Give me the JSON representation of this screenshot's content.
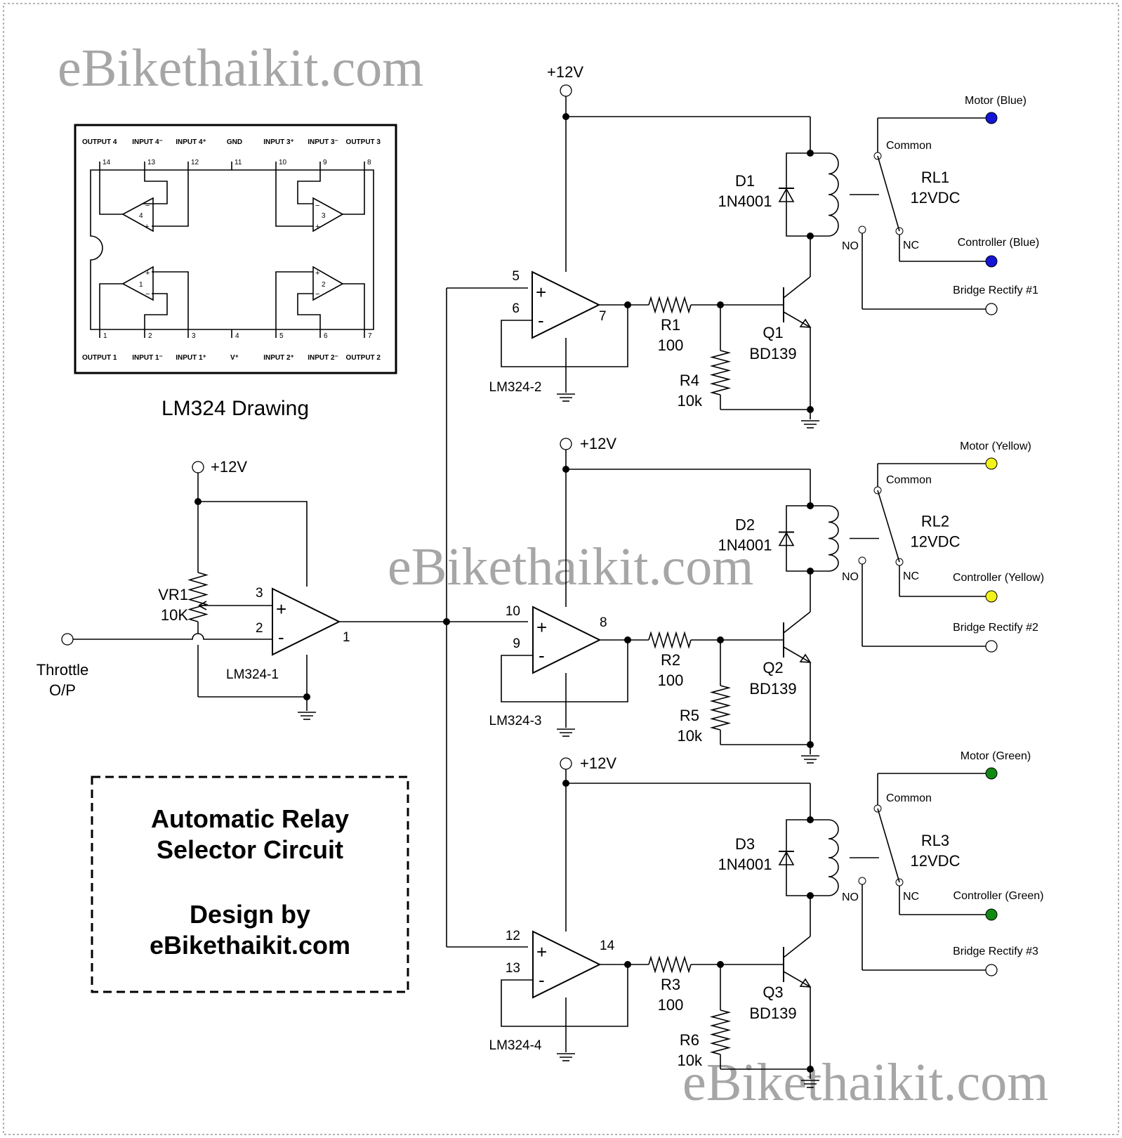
{
  "watermark": "eBikethaikit.com",
  "ic": {
    "caption": "LM324 Drawing",
    "top_pins": [
      {
        "num": "14",
        "name": "OUTPUT 4"
      },
      {
        "num": "13",
        "name": "INPUT 4⁻"
      },
      {
        "num": "12",
        "name": "INPUT 4⁺"
      },
      {
        "num": "11",
        "name": "GND"
      },
      {
        "num": "10",
        "name": "INPUT 3⁺"
      },
      {
        "num": "9",
        "name": "INPUT 3⁻"
      },
      {
        "num": "8",
        "name": "OUTPUT 3"
      }
    ],
    "bottom_pins": [
      {
        "num": "1",
        "name": "OUTPUT 1"
      },
      {
        "num": "2",
        "name": "INPUT 1⁻"
      },
      {
        "num": "3",
        "name": "INPUT 1⁺"
      },
      {
        "num": "4",
        "name": "V⁺"
      },
      {
        "num": "5",
        "name": "INPUT 2⁺"
      },
      {
        "num": "6",
        "name": "INPUT 2⁻"
      },
      {
        "num": "7",
        "name": "OUTPUT 2"
      }
    ],
    "amp_numbers": [
      "4",
      "3",
      "1",
      "2"
    ]
  },
  "input_stage": {
    "supply": "+12V",
    "pot_name": "VR1",
    "pot_value": "10K",
    "throttle_line1": "Throttle",
    "throttle_line2": "O/P",
    "opamp_name": "LM324-1",
    "pin_plus": "3",
    "pin_minus": "2",
    "pin_out": "1"
  },
  "channels": [
    {
      "supply": "+12V",
      "opamp_name": "LM324-2",
      "pin_plus": "5",
      "pin_minus": "6",
      "pin_out": "7",
      "r_base_name": "R1",
      "r_base_value": "100",
      "r_pull_name": "R4",
      "r_pull_value": "10k",
      "q_name": "Q1",
      "q_part": "BD139",
      "d_name": "D1",
      "d_part": "1N4001",
      "relay_name": "RL1",
      "relay_voltage": "12VDC",
      "common": "Common",
      "nc": "NC",
      "no": "NO",
      "motor_label": "Motor (Blue)",
      "controller_label": "Controller (Blue)",
      "bridge_label": "Bridge Rectify #1",
      "color": "#1515d8"
    },
    {
      "supply": "+12V",
      "opamp_name": "LM324-3",
      "pin_plus": "10",
      "pin_minus": "9",
      "pin_out": "8",
      "r_base_name": "R2",
      "r_base_value": "100",
      "r_pull_name": "R5",
      "r_pull_value": "10k",
      "q_name": "Q2",
      "q_part": "BD139",
      "d_name": "D2",
      "d_part": "1N4001",
      "relay_name": "RL2",
      "relay_voltage": "12VDC",
      "common": "Common",
      "nc": "NC",
      "no": "NO",
      "motor_label": "Motor (Yellow)",
      "controller_label": "Controller (Yellow)",
      "bridge_label": "Bridge Rectify #2",
      "color": "#f2f21a"
    },
    {
      "supply": "+12V",
      "opamp_name": "LM324-4",
      "pin_plus": "12",
      "pin_minus": "13",
      "pin_out": "14",
      "r_base_name": "R3",
      "r_base_value": "100",
      "r_pull_name": "R6",
      "r_pull_value": "10k",
      "q_name": "Q3",
      "q_part": "BD139",
      "d_name": "D3",
      "d_part": "1N4001",
      "relay_name": "RL3",
      "relay_voltage": "12VDC",
      "common": "Common",
      "nc": "NC",
      "no": "NO",
      "motor_label": "Motor (Green)",
      "controller_label": "Controller (Green)",
      "bridge_label": "Bridge Rectify #3",
      "color": "#118a11"
    }
  ],
  "title_box": {
    "line1": "Automatic Relay",
    "line2": "Selector Circuit",
    "line3": "Design by",
    "line4": "eBikethaikit.com"
  }
}
